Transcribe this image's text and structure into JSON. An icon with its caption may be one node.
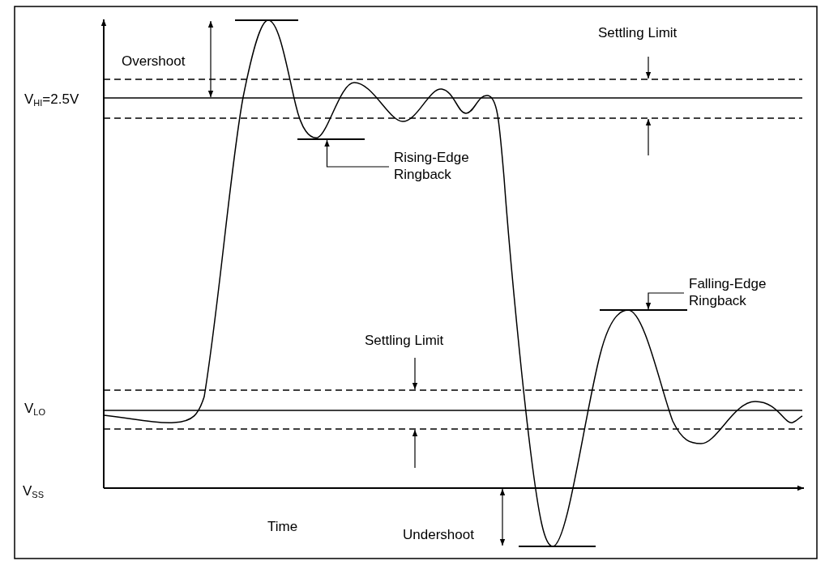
{
  "diagram": {
    "nodes": [
      {
        "text": [
          "Rising-Edge Ringback"
        ]
      },
      {
        "text": [],
        "shape": "bar"
      },
      {
        "text": [
          "Falling-Edge Ringback"
        ]
      },
      {
        "text": [],
        "shape": "bar"
      }
    ],
    "edges": [
      {
        "from": 0,
        "to": 1,
        "arrow": "to"
      },
      {
        "from": 2,
        "to": 3,
        "arrow": "to"
      }
    ],
    "labels": [
      "Settling Limit",
      "Overshoot",
      "V$_{HI}$=2.5V",
      "Settling Limit",
      "V$_{LO}$",
      "V$_{SS}$",
      "Time",
      "Undershoot"
    ]
  }
}
